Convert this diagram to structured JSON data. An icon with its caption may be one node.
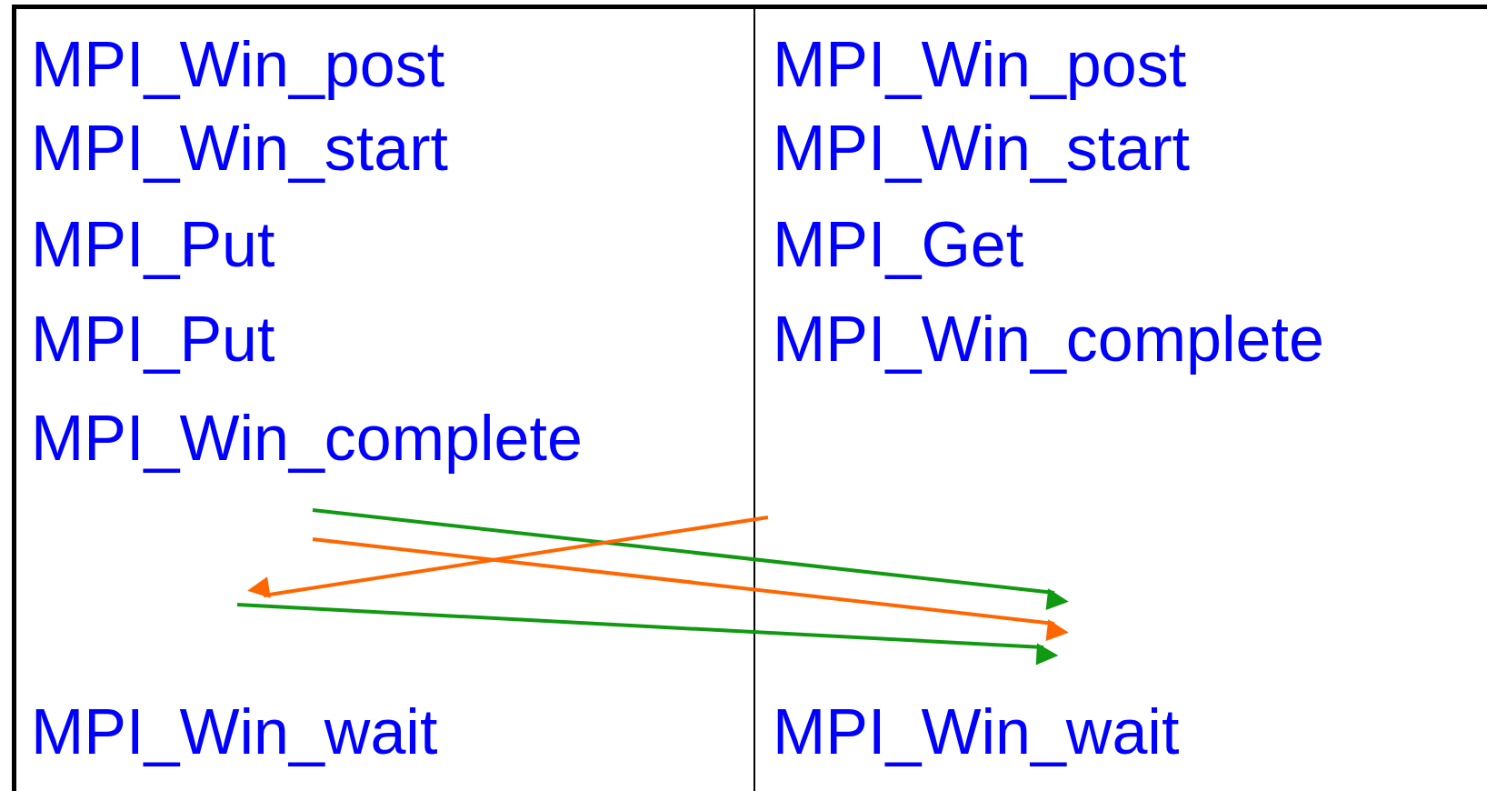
{
  "diagram": {
    "labels": [
      "MPI_Win_post",
      "MPI_Win_post",
      "MPI_Win_start",
      "MPI_Win_start",
      "MPI_Put",
      "MPI_Get",
      "MPI_Put",
      "MPI_Win_complete",
      "MPI_Win_complete",
      "MPI_Win_wait",
      "MPI_Win_wait"
    ]
  }
}
